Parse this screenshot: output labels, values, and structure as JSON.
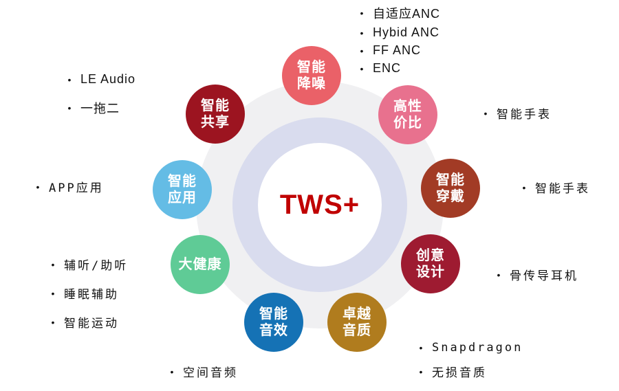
{
  "center": {
    "label": "TWS+",
    "text_color": "#C00000",
    "core_bg": "#FFFFFF",
    "ring_bg": "#D9DCEE",
    "outer_bg": "#F0F0F2"
  },
  "icons": {
    "bullet": "•"
  },
  "nodes": [
    {
      "id": "smart-noise",
      "line1": "智能",
      "line2": "降噪",
      "color": "#EA6168"
    },
    {
      "id": "cost-value",
      "line1": "高性",
      "line2": "价比",
      "color": "#E8718E"
    },
    {
      "id": "smart-wear",
      "line1": "智能",
      "line2": "穿戴",
      "color": "#A23B25"
    },
    {
      "id": "creative-design",
      "line1": "创意",
      "line2": "设计",
      "color": "#9E1B31"
    },
    {
      "id": "sound-quality",
      "line1": "卓越",
      "line2": "音质",
      "color": "#B07C1E"
    },
    {
      "id": "sound-effect",
      "line1": "智能",
      "line2": "音效",
      "color": "#1572B5"
    },
    {
      "id": "health",
      "line1": "大健康",
      "line2": "",
      "color": "#5FCB96"
    },
    {
      "id": "smart-app",
      "line1": "智能",
      "line2": "应用",
      "color": "#64BCE5"
    },
    {
      "id": "smart-share",
      "line1": "智能",
      "line2": "共享",
      "color": "#9C1420"
    }
  ],
  "annotations": {
    "anc": {
      "items": [
        "自适应ANC",
        "Hybid ANC",
        "FF ANC",
        "ENC"
      ]
    },
    "audio": {
      "items": [
        "LE Audio",
        "一拖二"
      ]
    },
    "app": {
      "items": [
        "APP应用"
      ]
    },
    "health": {
      "items": [
        "辅听/助听",
        "睡眠辅助",
        "智能运动"
      ]
    },
    "spatial": {
      "items": [
        "空间音频"
      ]
    },
    "watch_top": {
      "items": [
        "智能手表"
      ]
    },
    "watch_mid": {
      "items": [
        "智能手表"
      ]
    },
    "bone": {
      "items": [
        "骨传导耳机"
      ]
    },
    "chip": {
      "items": [
        "Snapdragon",
        "无损音质"
      ]
    }
  }
}
